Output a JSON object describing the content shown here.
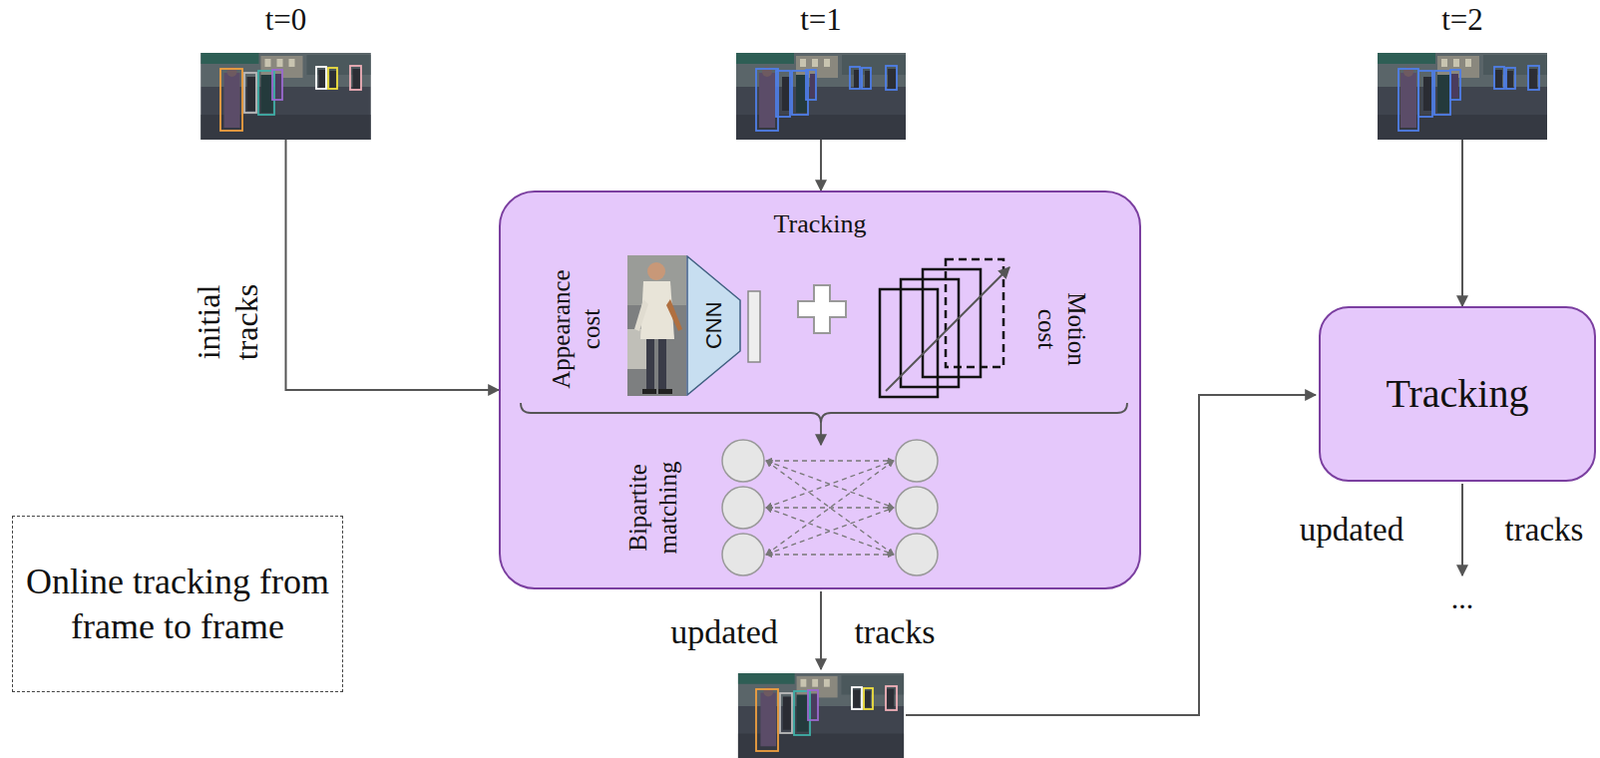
{
  "diagram": {
    "nodes": [
      {
        "text": [
          "t=0"
        ]
      },
      {
        "text": [
          "t=1"
        ]
      },
      {
        "text": [
          "t=2"
        ]
      },
      {
        "text": [
          "Tracking"
        ]
      },
      {
        "text": [
          "CNN"
        ],
        "in": 3
      },
      {
        "text": [
          "Tracking"
        ]
      },
      {
        "text": [
          "Online tracking from frame to frame"
        ]
      }
    ],
    "edges": [
      {
        "from": 0,
        "to": 3,
        "arrow": "to",
        "label": "initial tracks"
      },
      {
        "from": 1,
        "to": 3,
        "arrow": "to"
      },
      {
        "from": 2,
        "to": 5,
        "arrow": "to"
      }
    ],
    "labels": [
      "Appearance cost",
      "Motion cost",
      "Bipartite matching",
      "updated",
      "tracks",
      "updated",
      "tracks",
      "..."
    ]
  }
}
